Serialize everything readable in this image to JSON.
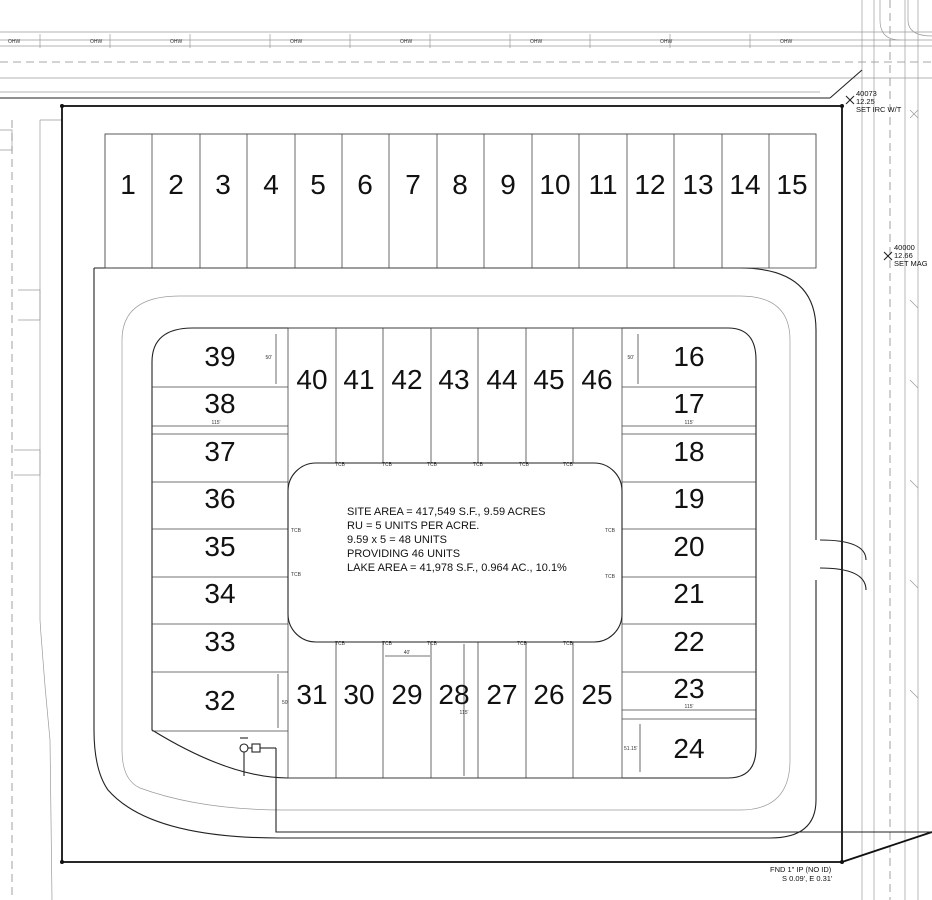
{
  "site_notes": [
    "SITE AREA = 417,549 S.F., 9.59 ACRES",
    "RU = 5 UNITS PER ACRE.",
    "9.59 x 5 = 48 UNITS",
    "PROVIDING 46 UNITS",
    "LAKE AREA = 41,978 S.F., 0.964 AC., 10.1%"
  ],
  "lots": {
    "top_row": [
      "1",
      "2",
      "3",
      "4",
      "5",
      "6",
      "7",
      "8",
      "9",
      "10",
      "11",
      "12",
      "13",
      "14",
      "15"
    ],
    "right_column": [
      "16",
      "17",
      "18",
      "19",
      "20",
      "21",
      "22",
      "23",
      "24"
    ],
    "bottom_row": [
      "25",
      "26",
      "27",
      "28",
      "29",
      "30",
      "31"
    ],
    "left_column": [
      "32",
      "33",
      "34",
      "35",
      "36",
      "37",
      "38",
      "39"
    ],
    "inner_top_row": [
      "40",
      "41",
      "42",
      "43",
      "44",
      "45",
      "46"
    ]
  },
  "dimensions": {
    "d50": "50'",
    "d115": "115'",
    "d40": "40'",
    "d5115": "51.15'"
  },
  "survey_points": {
    "p1_id": "40073",
    "p1_elev": "12.25",
    "p1_desc": "SET IRC W/T",
    "p2_id": "40000",
    "p2_elev": "12.66",
    "p2_desc": "SET MAG",
    "corner_desc": "FND 1\" IP (NO ID)",
    "corner_offset": "S 0.09', E 0.31'"
  },
  "tcb_label": "TCB",
  "utility_label": "OHW"
}
